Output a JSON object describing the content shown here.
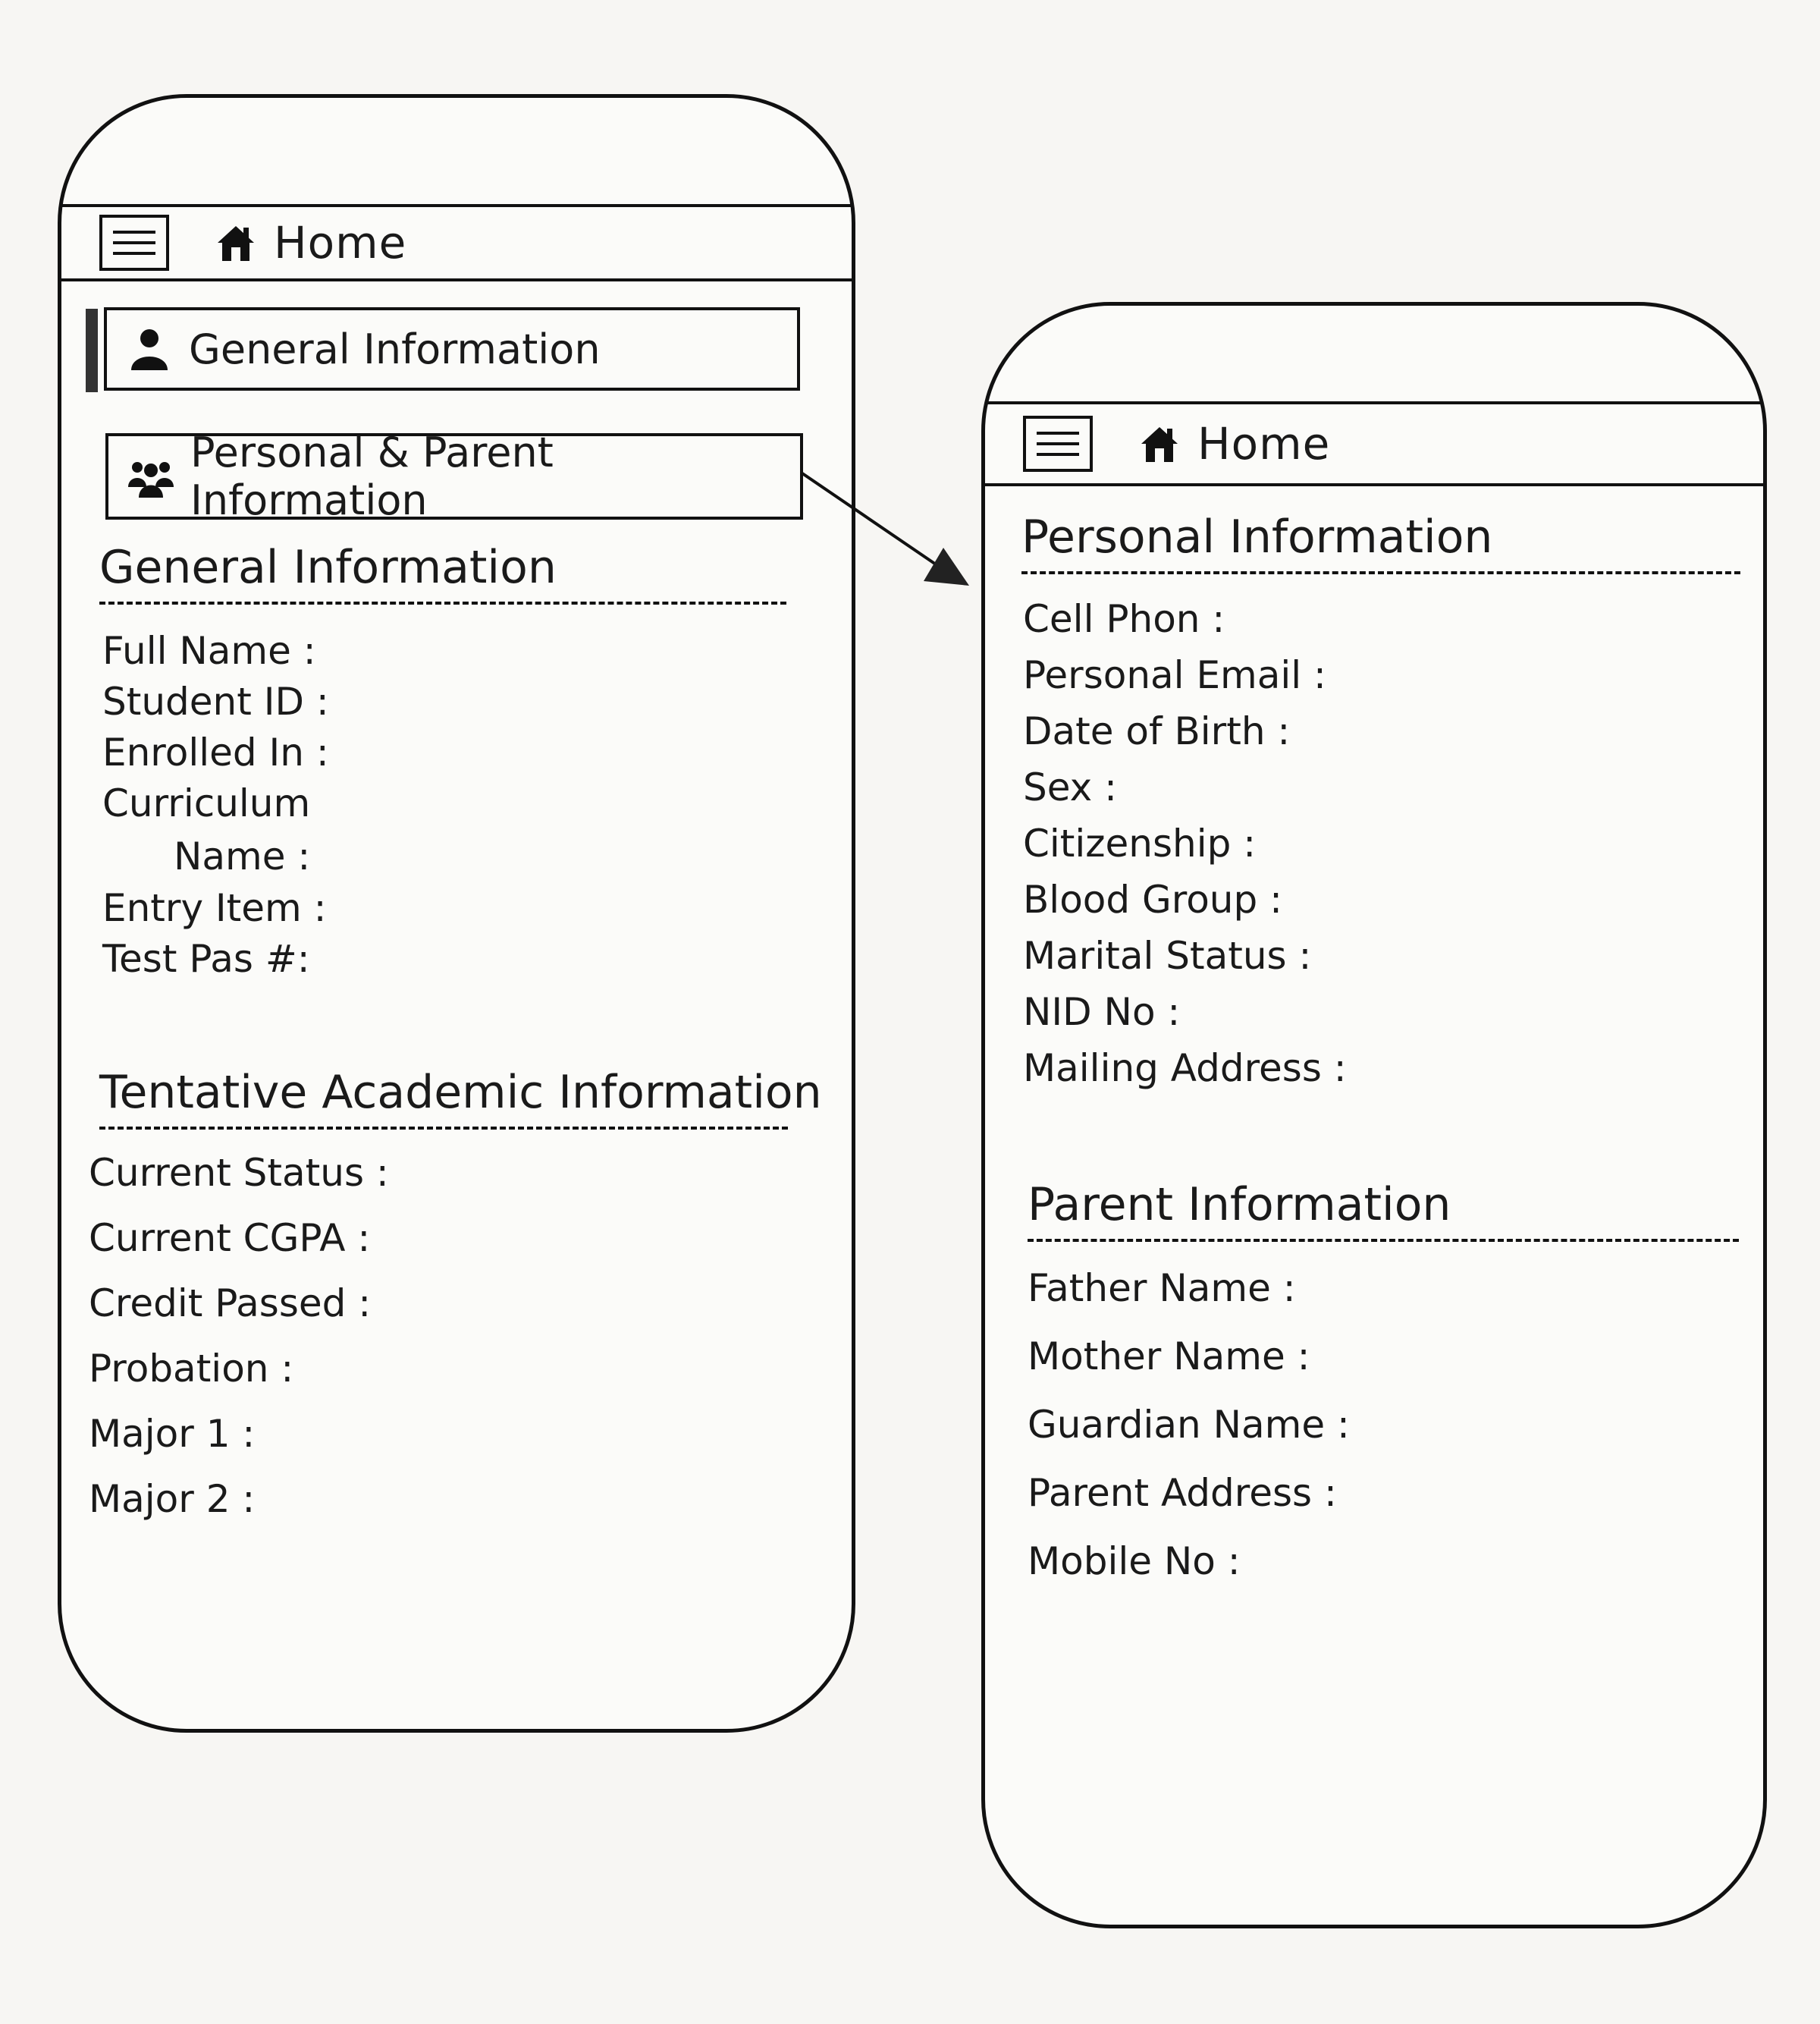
{
  "left_screen": {
    "topbar": {
      "menu_icon": "hamburger-menu-icon",
      "home_icon": "home-icon",
      "title": "Home"
    },
    "menu": [
      {
        "label": "General Information",
        "icon": "user-icon",
        "active": true
      },
      {
        "label": "Personal & Parent Information",
        "icon": "users-group-icon",
        "active": false
      }
    ],
    "general_section": {
      "title": "General Information",
      "fields": [
        "Full Name :",
        "Student ID :",
        "Enrolled In :",
        "Entry Item :",
        "Test Pas #:"
      ],
      "curriculum_line1": "Curriculum",
      "curriculum_line2": "Name :"
    },
    "academic_section": {
      "title": "Tentative Academic Information",
      "fields": [
        "Current Status :",
        "Current CGPA :",
        "Credit Passed :",
        "Probation :",
        "Major 1 :",
        "Major 2 :"
      ]
    }
  },
  "right_screen": {
    "topbar": {
      "menu_icon": "hamburger-menu-icon",
      "home_icon": "home-icon",
      "title": "Home"
    },
    "personal_section": {
      "title": "Personal Information",
      "fields": [
        "Cell Phon :",
        "Personal Email :",
        "Date of Birth :",
        "Sex :",
        "Citizenship :",
        "Blood Group :",
        "Marital Status :",
        "NID No :",
        "Mailing Address :"
      ]
    },
    "parent_section": {
      "title": "Parent Information",
      "fields": [
        "Father Name :",
        "Mother Name :",
        "Guardian Name :",
        "Parent Address :",
        "Mobile No :"
      ]
    }
  }
}
